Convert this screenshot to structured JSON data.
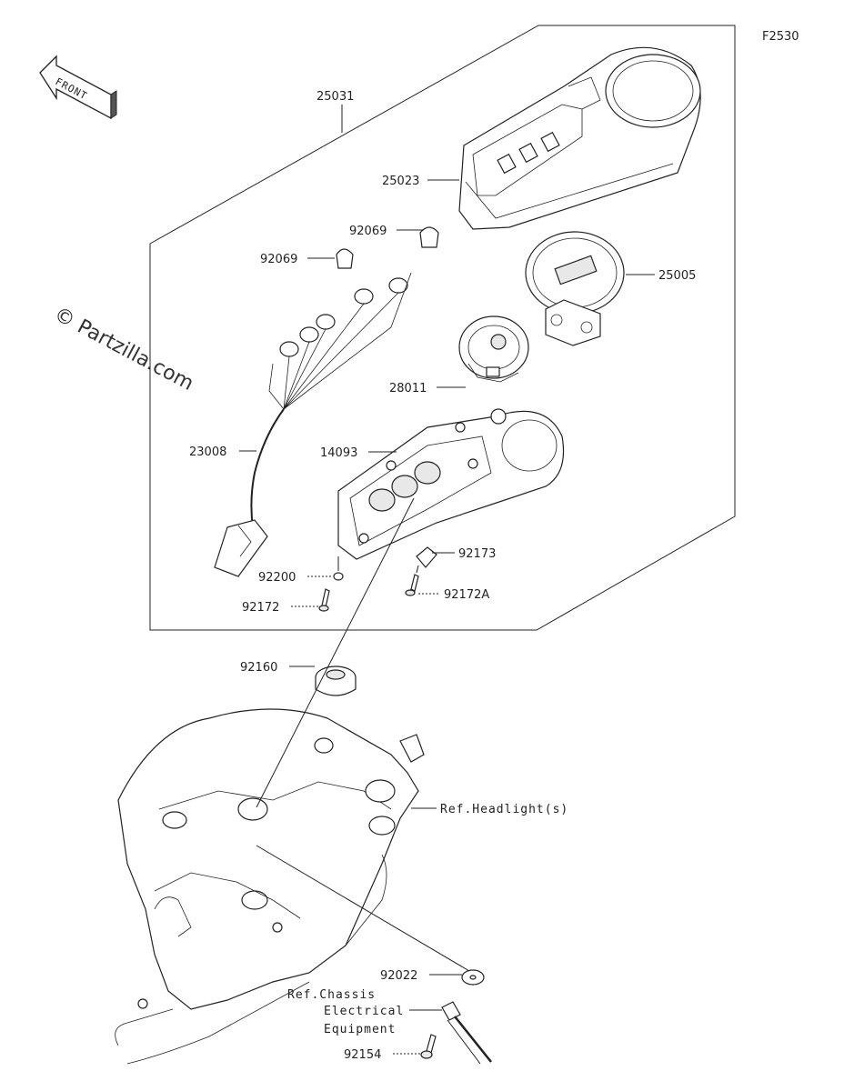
{
  "figure_code": "F2530",
  "front_label": "FRONT",
  "watermark": "© Partzilla.com",
  "parts": [
    {
      "id": "25031",
      "label": "25031"
    },
    {
      "id": "25023",
      "label": "25023"
    },
    {
      "id": "92069a",
      "label": "92069"
    },
    {
      "id": "92069b",
      "label": "92069"
    },
    {
      "id": "25005",
      "label": "25005"
    },
    {
      "id": "28011",
      "label": "28011"
    },
    {
      "id": "23008",
      "label": "23008"
    },
    {
      "id": "14093",
      "label": "14093"
    },
    {
      "id": "92173",
      "label": "92173"
    },
    {
      "id": "92200",
      "label": "92200"
    },
    {
      "id": "92172A",
      "label": "92172A"
    },
    {
      "id": "92172",
      "label": "92172"
    },
    {
      "id": "92160",
      "label": "92160"
    },
    {
      "id": "92022",
      "label": "92022"
    },
    {
      "id": "92154",
      "label": "92154"
    }
  ],
  "refs": {
    "headlight": "Ref.Headlight(s)",
    "chassis_line1": "Ref.Chassis",
    "chassis_line2": "Electrical",
    "chassis_line3": "Equipment"
  }
}
